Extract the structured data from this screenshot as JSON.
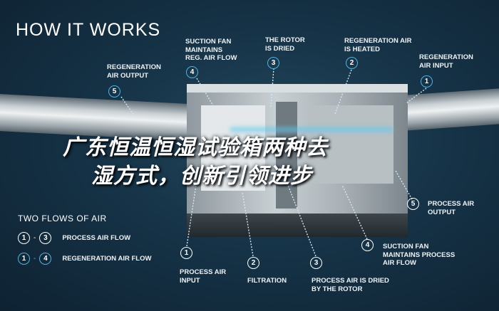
{
  "title": "HOW IT WORKS",
  "regeneration_steps": [
    {
      "num": "1",
      "label": "REGENERATION\nAIR INPUT"
    },
    {
      "num": "2",
      "label": "REGENERATION AIR\nIS HEATED"
    },
    {
      "num": "3",
      "label": "THE ROTOR\nIS DRIED"
    },
    {
      "num": "4",
      "label": "SUCTION FAN\nMAINTAINS\nREG. AIR FLOW"
    },
    {
      "num": "5",
      "label": "REGENERATION\nAIR OUTPUT"
    }
  ],
  "process_steps": [
    {
      "num": "1",
      "label": "PROCESS AIR\nINPUT"
    },
    {
      "num": "2",
      "label": "FILTRATION"
    },
    {
      "num": "3",
      "label": "PROCESS AIR IS DRIED\nBY THE ROTOR"
    },
    {
      "num": "4",
      "label": "SUCTION FAN\nMAINTAINS PROCESS\nAIR FLOW"
    },
    {
      "num": "5",
      "label": "PROCESS AIR\nOUTPUT"
    }
  ],
  "legend": {
    "heading": "TWO FLOWS OF AIR",
    "rows": [
      {
        "from": "1",
        "to": "3",
        "dash": "-",
        "label": "PROCESS AIR FLOW"
      },
      {
        "from": "1",
        "to": "4",
        "dash": "-",
        "label": "REGENERATION AIR FLOW"
      }
    ]
  },
  "overlay": {
    "line1": "广东恒温恒湿试验箱两种去",
    "line2": "湿方式，创新引领进步"
  },
  "colors": {
    "background": "#163347",
    "regeneration": "#4fb3e0",
    "process": "#ffffff"
  }
}
